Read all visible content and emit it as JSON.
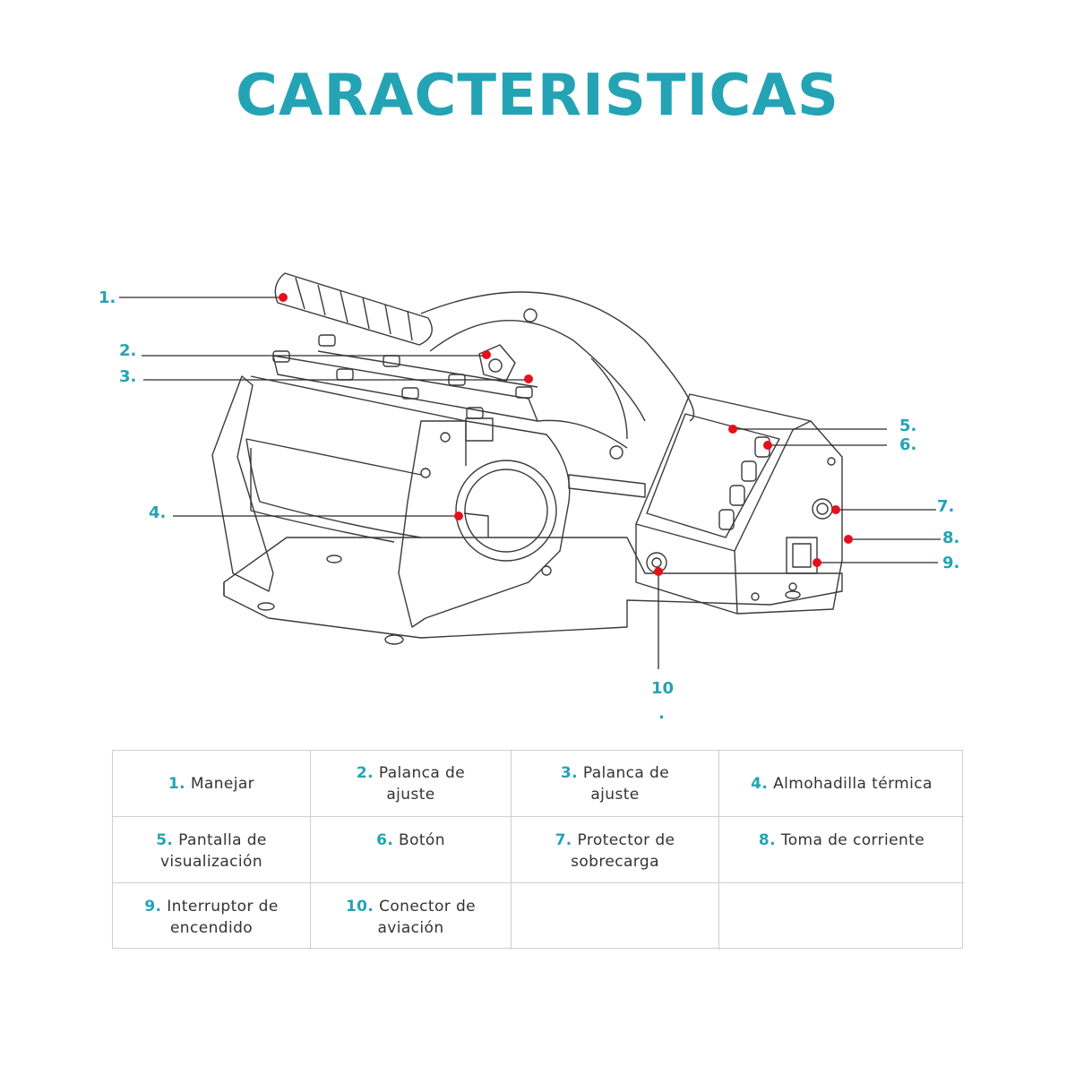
{
  "title": "CARACTERISTICAS",
  "colors": {
    "accent": "#24a3b5",
    "marker": "#e5101c",
    "line": "#2a2a2a",
    "text": "#333333"
  },
  "callouts": [
    "1.",
    "2.",
    "3.",
    "4.",
    "5.",
    "6.",
    "7.",
    "8.",
    "9.",
    "10",
    "."
  ],
  "legend": [
    {
      "num": "1.",
      "label": "Manejar"
    },
    {
      "num": "2.",
      "label": "Palanca de ajuste"
    },
    {
      "num": "3.",
      "label": "Palanca de ajuste"
    },
    {
      "num": "4.",
      "label": "Almohadilla térmica"
    },
    {
      "num": "5.",
      "label": "Pantalla de visualización"
    },
    {
      "num": "6.",
      "label": "Botón"
    },
    {
      "num": "7.",
      "label": "Protector de sobrecarga"
    },
    {
      "num": "8.",
      "label": "Toma de corriente"
    },
    {
      "num": "9.",
      "label": "Interruptor de encendido"
    },
    {
      "num": "10.",
      "label": "Conector de aviación"
    },
    {
      "num": "",
      "label": ""
    },
    {
      "num": "",
      "label": ""
    }
  ]
}
